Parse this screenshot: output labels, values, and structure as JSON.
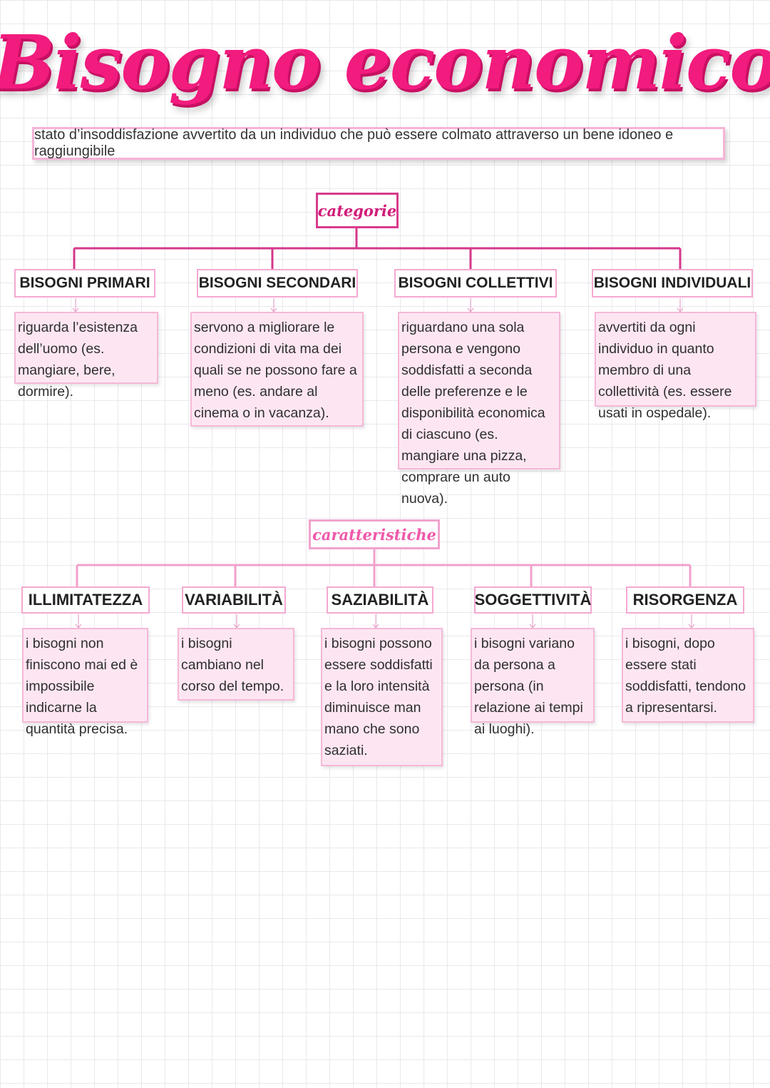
{
  "title": "Bisogno economico",
  "definition": "stato d’insoddisfazione avvertito da un individuo che può essere colmato attraverso un bene idoneo e raggiungibile",
  "categorie": {
    "label": "categorie",
    "items": [
      {
        "heading": "BISOGNI PRIMARI",
        "text": "riguarda l’esistenza dell’uomo (es. mangiare, bere, dormire)."
      },
      {
        "heading": "BISOGNI SECONDARI",
        "text": "servono a migliorare le condizioni di vita ma dei quali se ne possono fare a meno (es. andare al cinema o in vacanza)."
      },
      {
        "heading": "BISOGNI COLLETTIVI",
        "text": "riguardano una sola persona e vengono soddisfatti a seconda delle preferenze e le disponibilità economica di ciascuno (es. mangiare una pizza, comprare un auto nuova)."
      },
      {
        "heading": "BISOGNI INDIVIDUALI",
        "text": "avvertiti da ogni individuo in quanto membro di una collettività (es. essere usati in ospedale)."
      }
    ]
  },
  "caratteristiche": {
    "label": "caratteristiche",
    "items": [
      {
        "heading": "ILLIMITATEZZA",
        "text": "i bisogni non finiscono mai ed è impossibile indicarne la quantità precisa."
      },
      {
        "heading": "VARIABILITÀ",
        "text": "i bisogni cambiano nel corso del tempo."
      },
      {
        "heading": "SAZIABILITÀ",
        "text": "i bisogni possono essere soddisfatti e la loro intensità diminuisce man mano che sono saziati."
      },
      {
        "heading": "SOGGETTIVITÀ",
        "text": "i bisogni variano da persona a persona (in relazione ai tempi ai luoghi)."
      },
      {
        "heading": "RISORGENZA",
        "text": "i bisogni, dopo essere stati soddisfatti, tendono a ripresentarsi."
      }
    ]
  }
}
